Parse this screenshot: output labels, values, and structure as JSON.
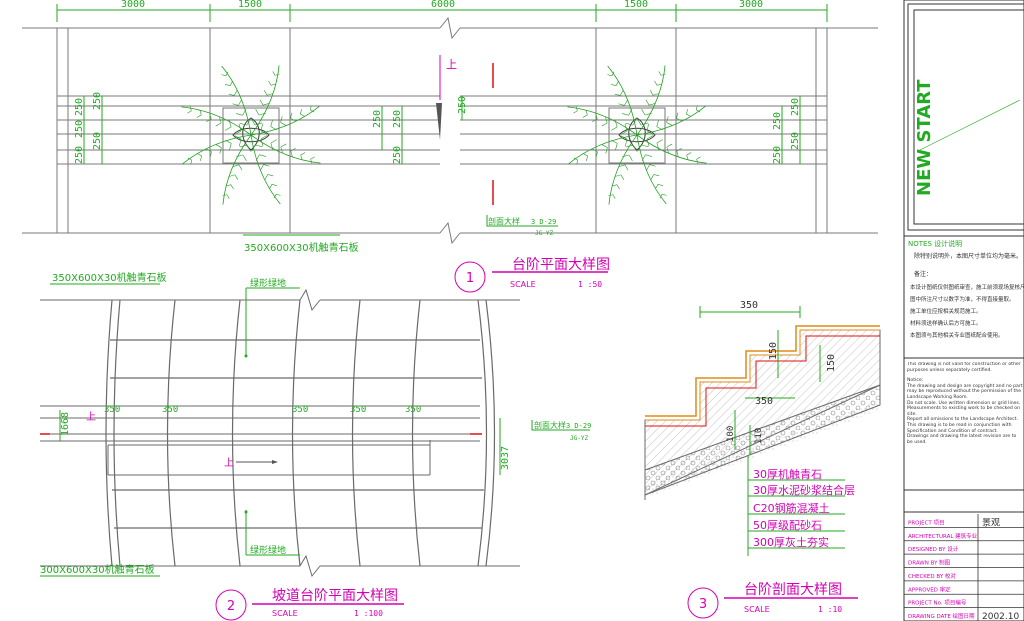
{
  "top_plan": {
    "dims_top": [
      "3000",
      "1500",
      "6000",
      "1500",
      "3000"
    ],
    "dim_250": "250",
    "north_label": "上",
    "material_label": "350X600X30机触青石板",
    "section_ref": "剖面大样",
    "section_ref_code": "3 D-29",
    "section_ref_sub": "JG-YZ"
  },
  "title1": {
    "num": "1",
    "title": "台阶平面大样图",
    "scale_label": "SCALE",
    "scale": "1 :50"
  },
  "ramp_plan": {
    "material_top": "350X600X30机触青石板",
    "material_bottom": "300X600X30机触青石板",
    "landscape_top": "绿形绿地",
    "landscape_bottom": "绿形绿地",
    "dim_left": "1668",
    "dim_right": "3037",
    "dim_350": "350",
    "up_label": "上",
    "section_ref": "剖面大样",
    "section_ref_code": "3 D-29",
    "section_ref_sub": "JG-YZ"
  },
  "title2": {
    "num": "2",
    "title": "坡道台阶平面大样图",
    "scale_label": "SCALE",
    "scale": "1 :100"
  },
  "section": {
    "dim_350_top": "350",
    "dim_150a": "150",
    "dim_150b": "150",
    "dim_350_mid": "350",
    "dim_100": "100",
    "dim_110": "110",
    "layers": [
      "30厚机触青石",
      "30厚水泥砂浆结合层",
      "C20钢筋混凝土",
      "50厚级配砂石",
      "300厚灰土夯实"
    ]
  },
  "title3": {
    "num": "3",
    "title": "台阶剖面大样图",
    "scale_label": "SCALE",
    "scale": "1 :10"
  },
  "titleblock": {
    "brand": "NEW START",
    "notes_header": "NOTES 设计说明",
    "notes_cn_1": "除特别说明外，本图尺寸单位均为毫米。",
    "notes_label": "备注：",
    "notes_items": [
      "本设计图纸仅供图纸审查，施工前须现场复核尺寸。",
      "图中所注尺寸以数字为准，不得直接量取。",
      "施工单位应按相关规范施工。",
      "材料须送样确认后方可施工。",
      "本图须与其他相关专业图纸配合使用。"
    ],
    "disclaimer": "This drawing is not valid for construction or other purposes unless separately certified.",
    "notice_label": "Notice:",
    "notice_items": [
      "The drawing and design are copyright and no part may be reproduced without the permission of the Landscape Working Room.",
      "Do not scale. Use written dimension or grid lines. Measurements to existing work to be checked on site.",
      "Report all omissions to the Landscape Architect.",
      "This drawing is to be read in conjunction with Specification and Condition of contract.",
      "Drawings and drawing the latest revision are to be used."
    ],
    "rows": [
      {
        "label": "PROJECT 项目",
        "value": "景观"
      },
      {
        "label": "ARCHITECTURAL 建筑专业",
        "value": ""
      },
      {
        "label": "DESIGNED BY 设计",
        "value": ""
      },
      {
        "label": "DRAWN BY 制图",
        "value": ""
      },
      {
        "label": "CHECKED BY 校对",
        "value": ""
      },
      {
        "label": "APPROVED 审定",
        "value": ""
      },
      {
        "label": "PROJECT No. 项目编号",
        "value": ""
      },
      {
        "label": "DRAWING DATE 绘图日期",
        "value": "2002.10"
      }
    ],
    "date": "2002.10"
  },
  "colors": {
    "cad_line": "#7a7a7a",
    "dim_green": "#22aa22",
    "title_magenta": "#d400b4",
    "ref_red": "#e01010",
    "plant_green": "#20a020",
    "stone_orange": "#e08a1a"
  }
}
